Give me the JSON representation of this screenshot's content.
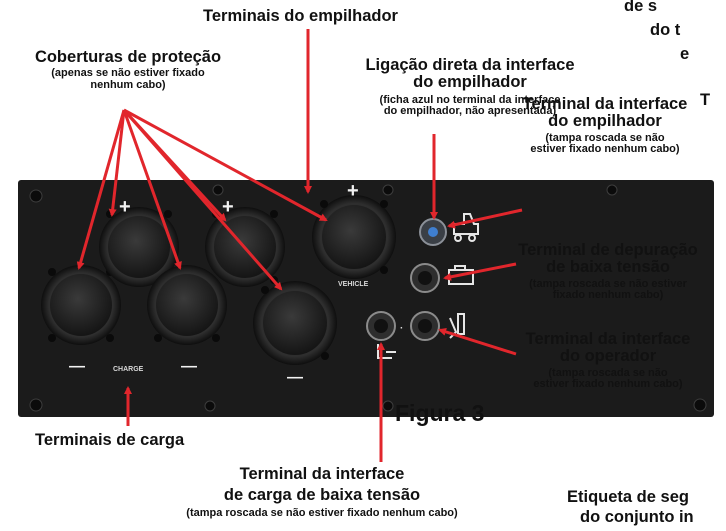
{
  "figure_label": "Figura 3",
  "colors": {
    "callout": "#e1262c",
    "panel": "#1b1b1b",
    "port": "#2a2a2a"
  },
  "labels": {
    "top_right_partial_1": "de s",
    "top_right_partial_2": "do t",
    "top_right_partial_3": "e",
    "top_right_partial_4": "T",
    "truck_terminals": "Terminais do empilhador",
    "protection_covers": "Coberturas de proteção",
    "protection_covers_note_1": "(apenas se não estiver fixado",
    "protection_covers_note_2": "nenhum cabo)",
    "direct_link_1": "Ligação direta da interface",
    "direct_link_2": "do empilhador",
    "direct_link_note_1": "(ficha azul no terminal da interface",
    "direct_link_note_2": "do empilhador, não apresentada)",
    "truck_interface_1": "Terminal da interface",
    "truck_interface_2": "do empilhador",
    "truck_interface_note_1": "(tampa roscada se não",
    "truck_interface_note_2": "estiver fixado nenhum cabo)",
    "debug_1": "Terminal de depuração",
    "debug_2": "de baixa tensão",
    "debug_note_1": "(tampa roscada se não estiver",
    "debug_note_2": "fixado nenhum cabo)",
    "operator_1": "Terminal da interface",
    "operator_2": "do operador",
    "operator_note_1": "(tampa roscada se não",
    "operator_note_2": "estiver fixado nenhum cabo)",
    "charge_terminals": "Terminais de carga",
    "lv_charge_1": "Terminal da interface",
    "lv_charge_2": "de carga de baixa tensão",
    "lv_charge_note": "(tampa roscada se não estiver fixado nenhum cabo)",
    "safety_label_1": "Etiqueta de seg",
    "safety_label_2": "do conjunto in"
  },
  "panel_text": {
    "vehicle": "VEHICLE",
    "charge": "CHARGE",
    "plus": "+",
    "minus": "—"
  }
}
